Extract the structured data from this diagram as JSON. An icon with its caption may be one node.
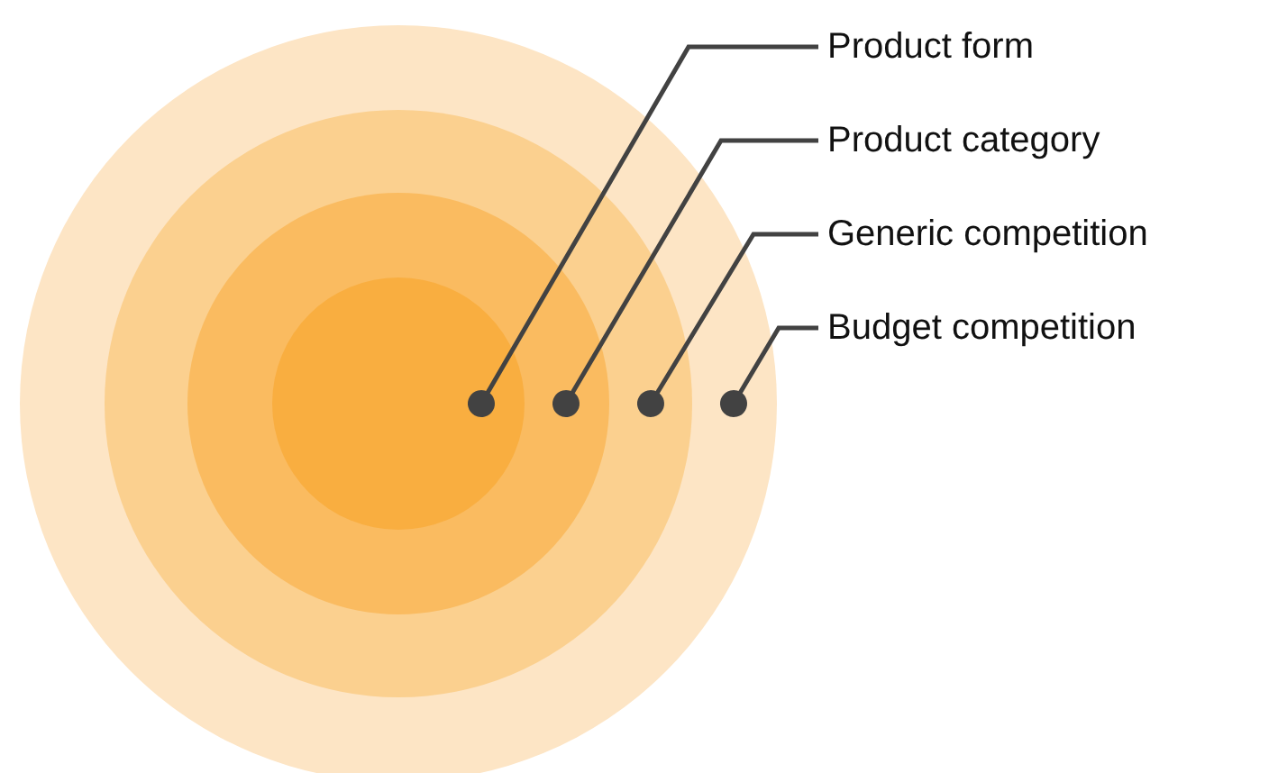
{
  "diagram": {
    "nodes": [
      {
        "text": [],
        "shape": "circle"
      },
      {
        "text": [],
        "shape": "circle",
        "in": 0
      },
      {
        "text": [],
        "shape": "circle",
        "in": 1
      },
      {
        "text": [],
        "shape": "circle",
        "in": 2
      },
      {
        "text": [
          "Product form"
        ]
      },
      {
        "text": [
          "Product category"
        ]
      },
      {
        "text": [
          "Generic competition"
        ]
      },
      {
        "text": [
          "Budget competition"
        ]
      }
    ],
    "edges": [
      {
        "from": 4,
        "to": 3,
        "arrow": "other"
      },
      {
        "from": 5,
        "to": 2,
        "arrow": "other"
      },
      {
        "from": 6,
        "to": 1,
        "arrow": "other"
      },
      {
        "from": 7,
        "to": 0,
        "arrow": "other"
      }
    ]
  }
}
